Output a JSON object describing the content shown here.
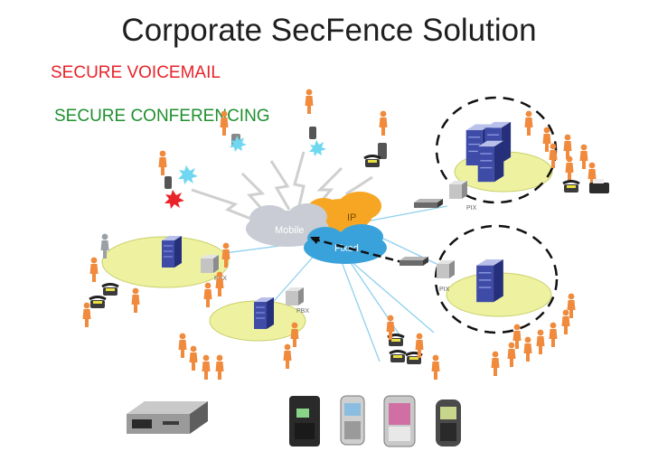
{
  "title": "Corporate SecFence Solution",
  "labels": {
    "secure_voicemail": "SECURE VOICEMAIL",
    "secure_conferencing": "SECURE CONFERENCING"
  },
  "clouds": {
    "mobile": "Mobile",
    "ip": "IP",
    "fixed": "Fixed"
  },
  "nodes": {
    "pbx_left": "PBX",
    "pbx_bottom": "PBX",
    "pix_top": "PIX",
    "pix_right": "PIX"
  },
  "colors": {
    "title": "#1f1f1f",
    "voicemail": "#e8232a",
    "conferencing": "#1f8f2e",
    "lan_ring": "#eef2a0",
    "mobile_cloud": "#c9ccd4",
    "ip_cloud": "#f6a623",
    "fixed_cloud": "#3aa2da",
    "person": "#f08a3c"
  },
  "icons": [
    "server-icon",
    "person-icon",
    "phone-icon",
    "fax-icon",
    "mobile-phone-icon",
    "router-icon",
    "rack-server-icon",
    "lightning-icon",
    "secure-burst-icon"
  ]
}
